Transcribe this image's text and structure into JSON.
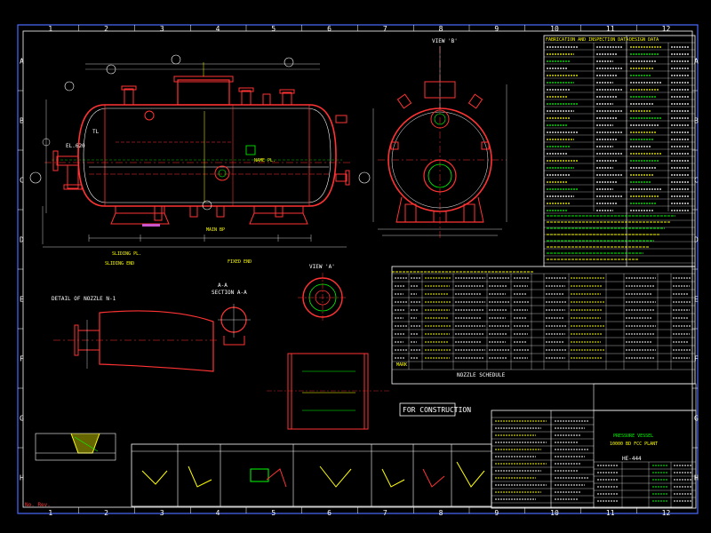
{
  "drawing": {
    "stamp": "FOR CONSTRUCTION",
    "section_view": "A-A",
    "section_label": "SECTION A-A",
    "view_label": "VIEW 'A'",
    "view_b_label": "VIEW 'B'",
    "detail_label": "DETAIL OF NOZZLE N-1",
    "nozzle_schedule_title": "NOZZLE SCHEDULE",
    "mark_heading": "MARK",
    "main_bp_label": "MAIN BP",
    "sliding_label": "SLIDING PL.",
    "fixed_label": "FIXED END",
    "sliding_end_label": "SLIDING END",
    "elevation_label": "EL.620",
    "tl_label": "TL",
    "name_pl_label": "NAME PL.",
    "design_data_title": "DESIGN DATA",
    "fabrication_title": "FABRICATION AND INSPECTION DATA",
    "corner_note": "No. Rev.",
    "title_block_company": "PRESSURE VESSEL",
    "title_block_sub": "10000 BD FCC PLANT",
    "title_block_dwg": "HE-444"
  },
  "grid": {
    "columns": [
      "1",
      "2",
      "3",
      "4",
      "5",
      "6",
      "7",
      "8",
      "9",
      "10",
      "11",
      "12"
    ],
    "rows": [
      "A",
      "B",
      "C",
      "D",
      "E",
      "F",
      "G",
      "H"
    ]
  }
}
